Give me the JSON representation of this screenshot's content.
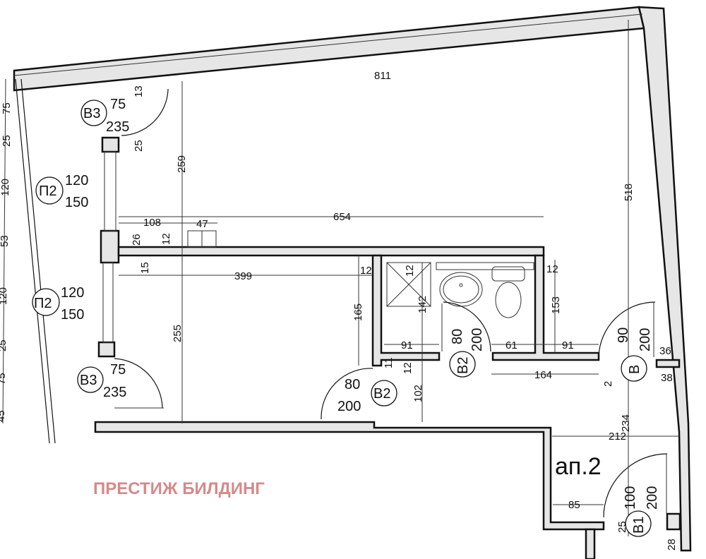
{
  "plan": {
    "apartment_label": "ап.2",
    "watermark": "ПРЕСТИЖ БИЛДИНГ",
    "doors": {
      "b3_top": {
        "tag": "В3",
        "width": "75",
        "height": "235"
      },
      "b3_bottom": {
        "tag": "В3",
        "width": "75",
        "height": "235"
      },
      "b2_bath": {
        "tag": "В2",
        "width": "80",
        "height": "200"
      },
      "b2_hall": {
        "tag": "В2",
        "width": "80",
        "height": "200"
      },
      "b_entry": {
        "tag": "В",
        "width": "90",
        "height": "200"
      },
      "b1_main": {
        "tag": "В1",
        "width": "100",
        "height": "200"
      }
    },
    "windows": {
      "p2_top": {
        "tag": "П2",
        "width": "120",
        "height": "150"
      },
      "p2_bottom": {
        "tag": "П2",
        "width": "120",
        "height": "150"
      }
    },
    "dimensions": {
      "top_811": "811",
      "v_259": "259",
      "v_518": "518",
      "h_654": "654",
      "h_108": "108",
      "h_47": "47",
      "v_26": "26",
      "v_12a": "12",
      "v_15": "15",
      "h_399": "399",
      "h_12b": "12",
      "v_165": "165",
      "v_142": "142",
      "v_12c": "12",
      "h_91a": "91",
      "h_61": "61",
      "h_91b": "91",
      "h_12d": "12",
      "v_153": "153",
      "h_36": "36",
      "h_38": "38",
      "h_164": "164",
      "v_12e": "12",
      "v_11": "11",
      "v_102": "102",
      "v_255": "255",
      "v_234": "234",
      "h_212": "212",
      "h_85": "85",
      "v_25b": "25",
      "v_28": "28",
      "v_13": "13",
      "v_25a": "25",
      "v_2": "2",
      "left_75a": "75",
      "left_25a": "25",
      "left_120a": "120",
      "left_53": "53",
      "left_120b": "120",
      "left_25b": "25",
      "left_75b": "75",
      "left_45": "45"
    }
  }
}
